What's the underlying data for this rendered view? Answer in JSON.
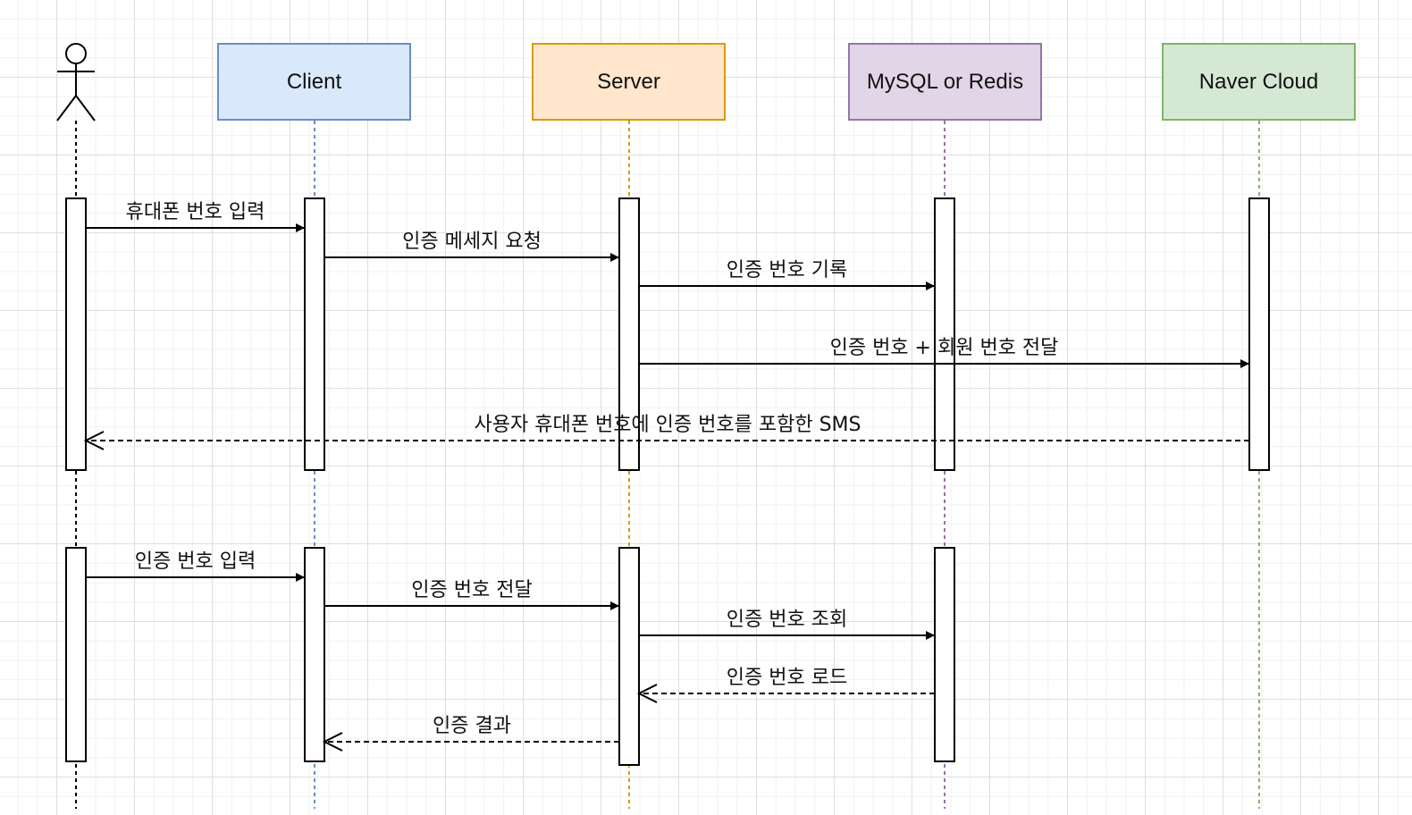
{
  "participants": [
    {
      "id": "user",
      "label": "",
      "kind": "stick-figure"
    },
    {
      "id": "client",
      "label": "Client",
      "fill": "#dae8fc",
      "stroke": "#6c8ebf"
    },
    {
      "id": "server",
      "label": "Server",
      "fill": "#ffe6cc",
      "stroke": "#d79b00"
    },
    {
      "id": "db",
      "label": "MySQL or Redis",
      "fill": "#e1d5e7",
      "stroke": "#9673a6"
    },
    {
      "id": "naver",
      "label": "Naver Cloud",
      "fill": "#d5e8d4",
      "stroke": "#82b366"
    }
  ],
  "messages": [
    {
      "from": "user",
      "to": "client",
      "text": "휴대폰 번호 입력",
      "style": "solid"
    },
    {
      "from": "client",
      "to": "server",
      "text": "인증 메세지 요청",
      "style": "solid"
    },
    {
      "from": "server",
      "to": "db",
      "text": "인증 번호 기록",
      "style": "solid"
    },
    {
      "from": "server",
      "to": "naver",
      "text": "인증 번호 + 회원 번호 전달",
      "style": "solid"
    },
    {
      "from": "naver",
      "to": "user",
      "text": "사용자 휴대폰 번호에 인증 번호를 포함한 SMS",
      "style": "dashed"
    },
    {
      "from": "user",
      "to": "client",
      "text": "인증 번호 입력",
      "style": "solid"
    },
    {
      "from": "client",
      "to": "server",
      "text": "인증 번호 전달",
      "style": "solid"
    },
    {
      "from": "server",
      "to": "db",
      "text": "인증 번호 조회",
      "style": "solid"
    },
    {
      "from": "db",
      "to": "server",
      "text": "인증 번호 로드",
      "style": "dashed"
    },
    {
      "from": "server",
      "to": "client",
      "text": "인증 결과",
      "style": "dashed"
    }
  ]
}
